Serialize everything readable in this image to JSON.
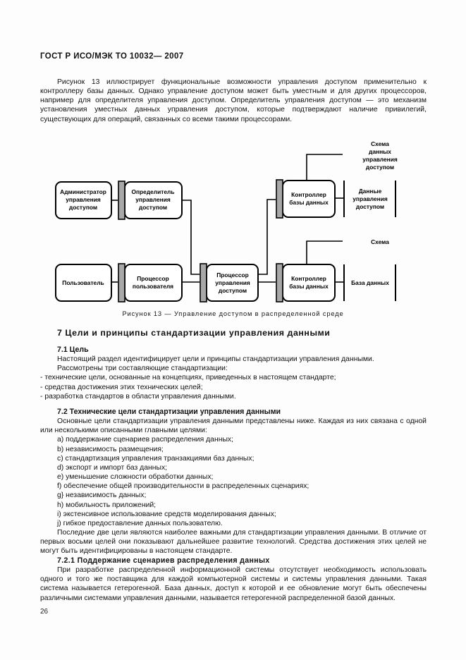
{
  "page": {
    "header": "ГОСТ Р ИСО/МЭК ТО 10032— 2007",
    "number": "26"
  },
  "intro": {
    "paragraph": "Рисунок 13 иллюстрирует функциональные возможности управления доступом применительно к контроллеру базы данных. Однако управление доступом может быть уместным и для других процессоров, например для определителя управления доступом. Определитель управления доступом — это механизм установления уместных данных управления доступом, которые подтверждают наличие привилегий, существующих для операций, связанных со всеми такими процессорами."
  },
  "figure": {
    "caption": "Рисунок 13 — Управление доступом в распределенной среде",
    "nodes": [
      {
        "id": "admin",
        "label": [
          "Администратор",
          "управления",
          "доступом"
        ],
        "bar": false
      },
      {
        "id": "definer",
        "label": [
          "Определитель",
          "управления",
          "доступом"
        ],
        "bar": true
      },
      {
        "id": "db-controller-top",
        "label": [
          "Контроллер",
          "базы данных"
        ],
        "bar": true
      },
      {
        "id": "user",
        "label": [
          "Пользователь"
        ],
        "bar": false
      },
      {
        "id": "user-processor",
        "label": [
          "Процессор",
          "пользователя"
        ],
        "bar": true
      },
      {
        "id": "access-processor",
        "label": [
          "Процессор",
          "управления",
          "доступом"
        ],
        "bar": true
      },
      {
        "id": "db-controller-bottom",
        "label": [
          "Контроллер",
          "базы данных"
        ],
        "bar": true
      }
    ],
    "stores": [
      {
        "id": "access-schema",
        "label": [
          "Схема",
          "данных",
          "управления",
          "доступом"
        ],
        "bracketed": false
      },
      {
        "id": "access-data",
        "label": [
          "Данные",
          "управления",
          "доступом"
        ],
        "bracketed": true
      },
      {
        "id": "schema",
        "label": [
          "Схема"
        ],
        "bracketed": false
      },
      {
        "id": "database",
        "label": [
          "База данных"
        ],
        "bracketed": true
      }
    ],
    "colors": {
      "stroke": "#000000",
      "bar_fill": "#a8a8a8",
      "node_fill": "#ffffff"
    }
  },
  "section7": {
    "heading": "7 Цели и принципы стандартизации управления данными",
    "sub71": {
      "heading": "7.1 Цель",
      "p1": "Настоящий раздел идентифицирует цели и принципы стандартизации управления данными.",
      "p2": "Рассмотрены три составляющие стандартизации:",
      "bullets": [
        "- технические цели, основанные на концепциях, приведенных в настоящем стандарте;",
        "- средства достижения этих технических целей;",
        "- разработка стандартов в области управления данными."
      ]
    },
    "sub72": {
      "heading": "7.2 Технические цели стандартизации управления данными",
      "p1": "Основные цели стандартизации управления данными представлены ниже. Каждая из них связана с одной или несколькими описанными главными целями:",
      "items": [
        "a) поддержание сценариев распределения данных;",
        "b) независимость размещения;",
        "c) стандартизация управления транзакциями баз данных;",
        "d) экспорт и импорт баз данных;",
        "e) уменьшение сложности обработки данных;",
        "f) обеспечение общей производительности в распределенных сценариях;",
        "g} независимость данных;",
        "h) мобильность приложений;",
        "i) экстенсивное использование средств моделирования данных;",
        "j) гибкое предоставление данных пользователю."
      ],
      "p2": "Последние две цели являются наиболее важными для стандартизации управления данными. В отличие от первых восьми целей они показывают дальнейшее развитие технологий. Средства достижения этих целей не могут быть идентифицированы в настоящем стандарте."
    },
    "sub721": {
      "heading": "7.2.1 Поддержание сценариев распределения данных",
      "p1": "При разработке распределенной информационной системы отсутствует необходимость использовать одного и того же поставщика для каждой компьютерной системы и системы управления данными. Такая система называется гетерогенной. База данных, доступ к которой и ее обновление могут быть обеспечены различными системами управления данными, называется гетерогенной распределенной базой данных."
    }
  }
}
